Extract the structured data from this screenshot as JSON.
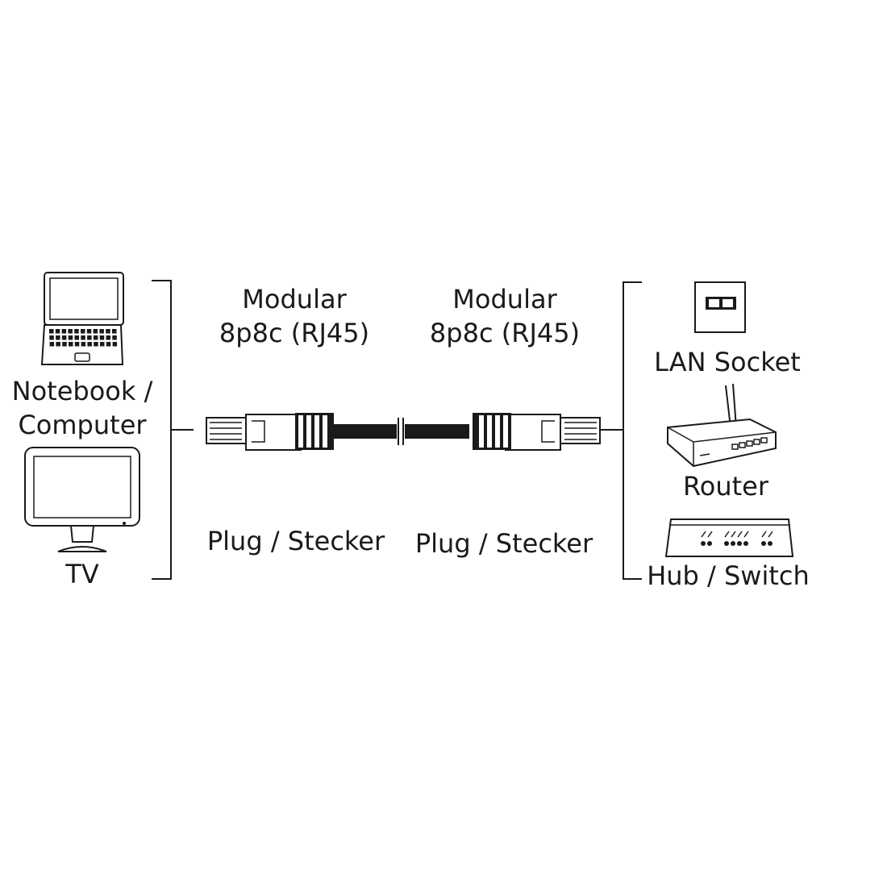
{
  "labels": {
    "left_connector_line1": "Modular",
    "left_connector_line2": "8p8c (RJ45)",
    "right_connector_line1": "Modular",
    "right_connector_line2": "8p8c (RJ45)",
    "left_plug": "Plug / Stecker",
    "right_plug": "Plug / Stecker",
    "notebook_line1": "Notebook /",
    "notebook_line2": "Computer",
    "tv": "TV",
    "lan_socket": "LAN Socket",
    "router": "Router",
    "hub_switch": "Hub / Switch"
  },
  "icons": [
    "laptop-icon",
    "tv-monitor-icon",
    "lan-socket-icon",
    "router-icon",
    "hub-switch-icon",
    "rj45-plug-icon"
  ],
  "colors": {
    "ink": "#1a1a1a",
    "background": "#ffffff"
  }
}
